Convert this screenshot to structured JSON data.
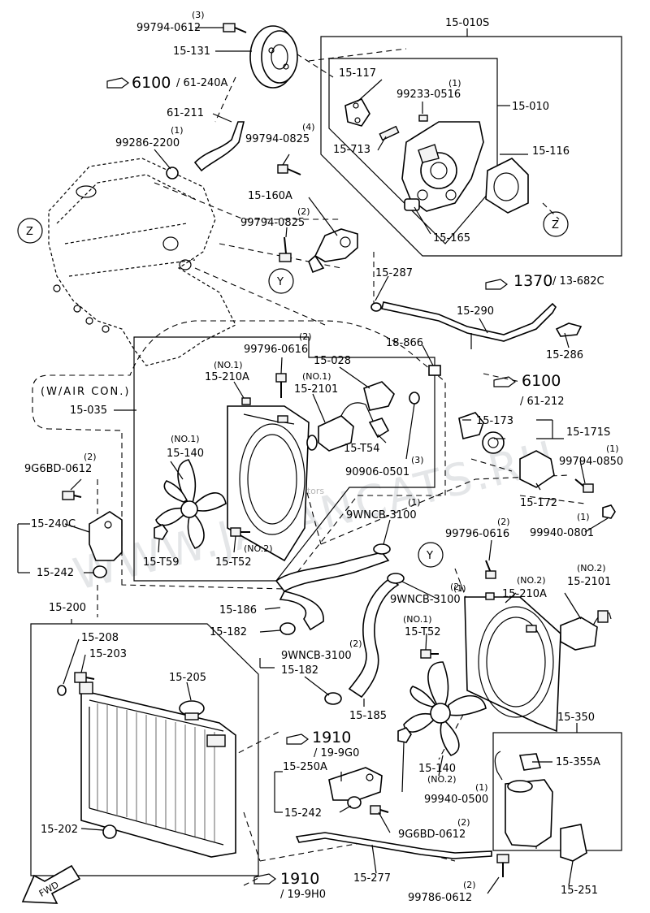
{
  "watermark": {
    "text": "WWW.JAPANCATS.RU",
    "small": "Belimotors"
  },
  "labels": {
    "l01": "99794-0612",
    "l01q": "(3)",
    "l02": "15-131",
    "l03": "15-010S",
    "l04": "6100",
    "l04b": "/ 61-240A",
    "l05": "15-117",
    "l06": "99233-0516",
    "l06q": "(1)",
    "l07": "15-010",
    "l08": "61-211",
    "l09": "99286-2200",
    "l09q": "(1)",
    "l10": "99794-0825",
    "l10q": "(4)",
    "l11": "15-713",
    "l12": "15-116",
    "l13": "15-160A",
    "l14": "99794-0825",
    "l14q": "(2)",
    "l15": "Z",
    "l16": "Z",
    "l17": "15-165",
    "l18": "Y",
    "l19": "15-287",
    "l20": "1370",
    "l20b": "/ 13-682C",
    "l21": "15-290",
    "l22": "18-866",
    "l23": "15-286",
    "l24": "99796-0616",
    "l24q": "(2)",
    "l25": "15-028",
    "l26": "(NO.1)",
    "l26b": "15-210A",
    "l27": "(NO.1)",
    "l27b": "15-2101",
    "l28": "6100",
    "l28b": "/ 61-212",
    "l29": "(W/AIR CON.)",
    "l30": "15-035",
    "l31": "15-173",
    "l32": "15-171S",
    "l33": "(NO.1)",
    "l33b": "15-140",
    "l34": "15-T54",
    "l35": "90906-0501",
    "l35q": "(3)",
    "l36": "99794-0850",
    "l36q": "(1)",
    "l37": "9G6BD-0612",
    "l37q": "(2)",
    "l38": "15-172",
    "l39": "15-240C",
    "l40": "9WNCB-3100",
    "l40q": "(1)",
    "l41": "99940-0801",
    "l41q": "(1)",
    "l42": "15-T59",
    "l43": "15-T52",
    "l43n": "(NO.2)",
    "l44": "99796-0616",
    "l44q": "(2)",
    "l45": "Y",
    "l46": "15-242",
    "l47": "(NO.2)",
    "l47b": "15-2101",
    "l48": "15-200",
    "l49": "15-186",
    "l50": "9WNCB-3100",
    "l50q": "(1)",
    "l51": "15-210A",
    "l51n": "(NO.2)",
    "l51q": "(2)",
    "l52": "15-208",
    "l53": "15-182",
    "l54": "(NO.1)",
    "l54b": "15-T52",
    "l55": "15-203",
    "l56": "9WNCB-3100",
    "l56q": "(2)",
    "l57": "15-182",
    "l58": "15-205",
    "l59": "15-185",
    "l60": "15-350",
    "l61": "1910",
    "l61b": "/ 19-9G0",
    "l62": "15-250A",
    "l63": "15-140",
    "l63n": "(NO.2)",
    "l64": "15-355A",
    "l65": "15-242",
    "l66": "99940-0500",
    "l66q": "(1)",
    "l67": "9G6BD-0612",
    "l67q": "(2)",
    "l68": "15-202",
    "l69": "15-277",
    "l70": "1910",
    "l70b": "/ 19-9H0",
    "l71": "99786-0612",
    "l71q": "(2)",
    "l72": "15-251",
    "l73": "FWD"
  }
}
